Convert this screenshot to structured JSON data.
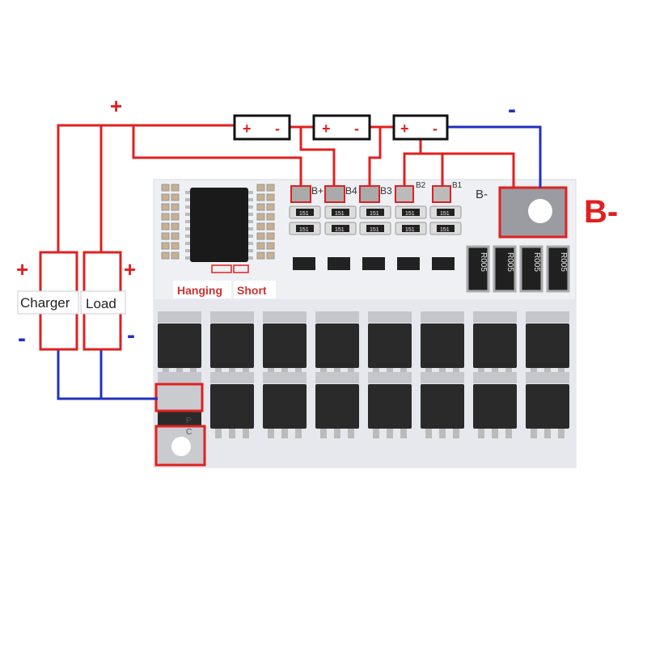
{
  "diagram": {
    "pack_plus": "+",
    "pack_minus": "-",
    "batteries": [
      {
        "plus": "+",
        "minus": "-"
      },
      {
        "plus": "+",
        "minus": "-"
      },
      {
        "plus": "+",
        "minus": "-"
      }
    ],
    "charger": {
      "label": "Charger",
      "plus": "+",
      "minus": "-"
    },
    "load": {
      "label": "Load",
      "plus": "+",
      "minus": "-"
    },
    "board_pads": [
      "B+",
      "B4",
      "B3",
      "B2",
      "B1",
      "B-"
    ],
    "b_minus_callout": "B-",
    "jumper_labels": {
      "hanging": "Hanging",
      "short": "Short"
    },
    "output_pads": {
      "p": "P",
      "c": "C"
    },
    "smd_code": "151",
    "shunt_code": "R005",
    "colors": {
      "positive": "#e02020",
      "negative": "#2030c0",
      "board": "#eef0f4"
    }
  }
}
